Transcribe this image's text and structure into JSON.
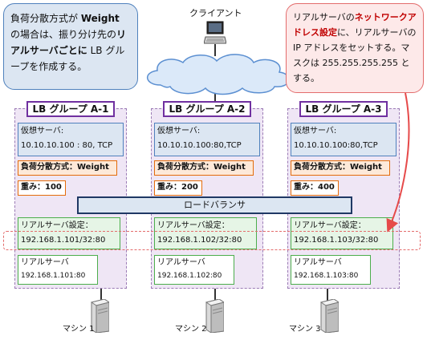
{
  "notes": {
    "left": {
      "parts": [
        {
          "t": "負荷分散方式が ",
          "b": false
        },
        {
          "t": "Weight",
          "b": true
        },
        {
          "t": " の場合は、振り分け先の",
          "b": false
        },
        {
          "t": "リアルサーバごとに",
          "b": true
        },
        {
          "t": " LB グループを作成する。",
          "b": false
        }
      ]
    },
    "right": {
      "parts": [
        {
          "t": "リアルサーバの",
          "b": false
        },
        {
          "t": "ネットワークアドレス設定",
          "b": true
        },
        {
          "t": "に、リアルサーバの IP アドレスをセットする。マスクは 255.255.255.255 とする。",
          "b": false
        }
      ]
    }
  },
  "client": {
    "label": "クライアント"
  },
  "load_balancer": {
    "label": "ロードバランサ"
  },
  "groups": [
    {
      "title": "LB グループ A-1",
      "virtual_label": "仮想サーバ:",
      "virtual_value": "10.10.10.100 : 80, TCP",
      "lb_method": "負荷分散方式：Weight",
      "weight": "重み：100",
      "rs_label": "リアルサーバ設定：",
      "rs_value": "192.168.1.101/32:80",
      "real_label": "リアルサーバ",
      "real_value": "192.168.1.101:80",
      "machine": "マシン 1"
    },
    {
      "title": "LB グループ A-2",
      "virtual_label": "仮想サーバ:",
      "virtual_value": "10.10.10.100:80,TCP",
      "lb_method": "負荷分散方式：Weight",
      "weight": "重み：200",
      "rs_label": "リアルサーバ設定：",
      "rs_value": "192.168.1.102/32:80",
      "real_label": "リアルサーバ",
      "real_value": "192.168.1.102:80",
      "machine": "マシン 2"
    },
    {
      "title": "LB グループ A-3",
      "virtual_label": "仮想サーバ:",
      "virtual_value": "10.10.10.100:80,TCP",
      "lb_method": "負荷分散方式：Weight",
      "weight": "重み：400",
      "rs_label": "リアルサーバ設定：",
      "rs_value": "192.168.1.103/32:80",
      "real_label": "リアルサーバ",
      "real_value": "192.168.1.103:80",
      "machine": "マシン 3"
    }
  ]
}
